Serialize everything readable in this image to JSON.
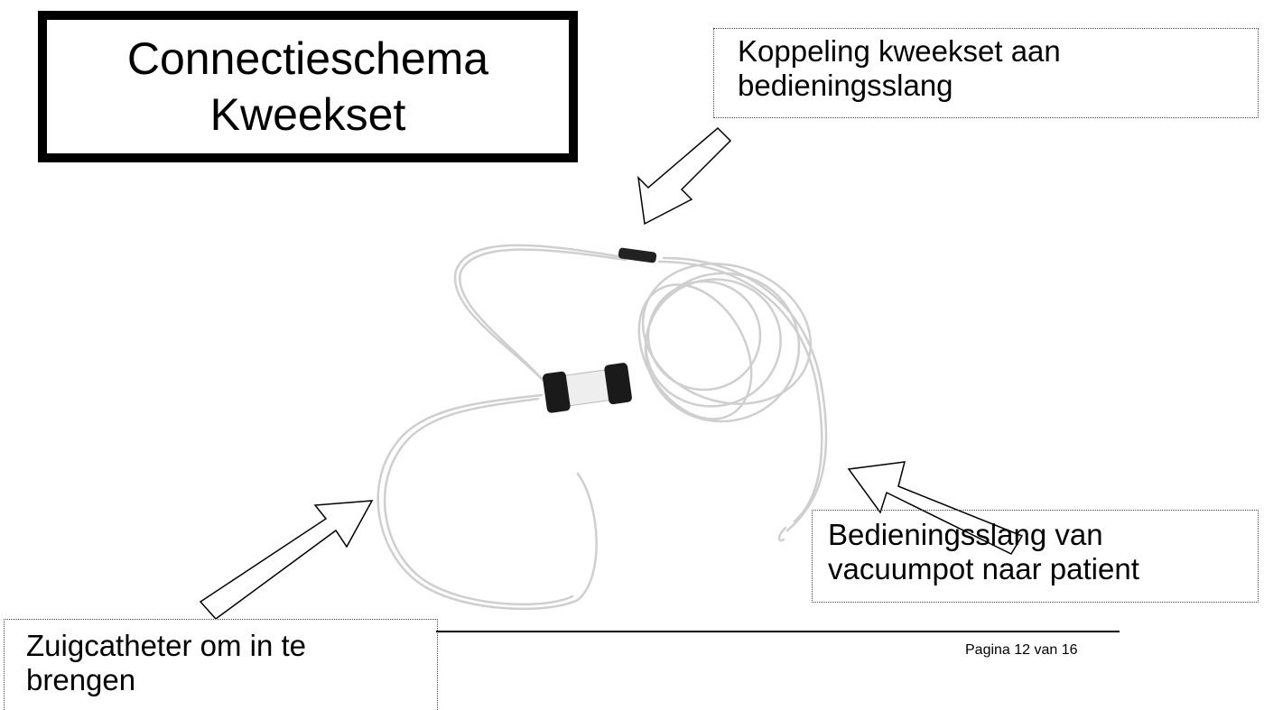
{
  "title": {
    "line1": "Connectieschema",
    "line2": "Kweekset"
  },
  "callouts": {
    "top": {
      "line1": "Koppeling kweekset aan",
      "line2": "bedieningsslang"
    },
    "right": {
      "line1": "Bedieningsslang van",
      "line2": "vacuumpot naar patient"
    },
    "left": {
      "line1": "Zuigcatheter om in te",
      "line2": "brengen"
    }
  },
  "footer": {
    "page_label": "Pagina 12 van 16"
  },
  "icons": [
    "arrow-icon",
    "arrow-icon",
    "arrow-icon"
  ],
  "colors": {
    "text": "#000000",
    "background": "#ffffff",
    "tubing": "#cfcfcf",
    "caps": "#1a1a1a"
  }
}
